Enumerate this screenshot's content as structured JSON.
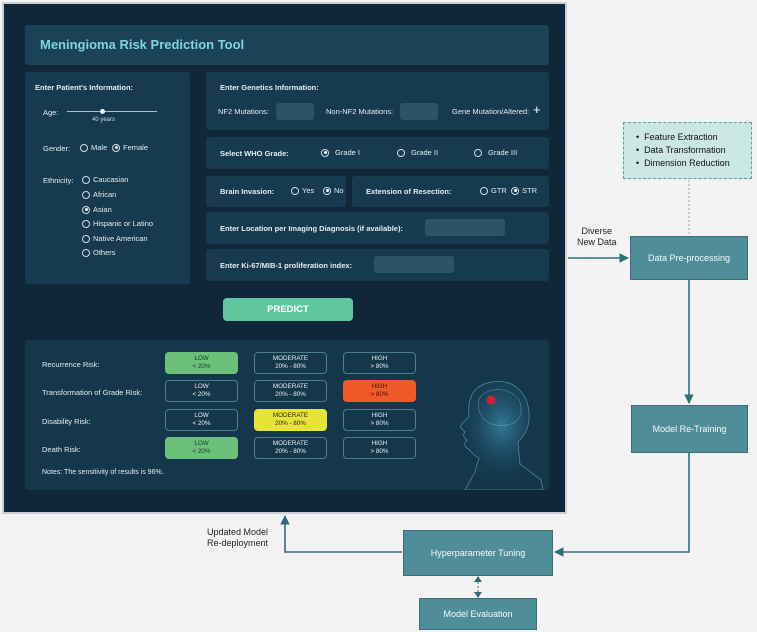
{
  "app": {
    "title": "Meningioma Risk Prediction Tool",
    "patient": {
      "heading": "Enter Patient's Information:",
      "age_label": "Age:",
      "age_value": "40 years",
      "gender_label": "Gender:",
      "gender_options": [
        "Male",
        "Female"
      ],
      "gender_selected": "Female",
      "ethnicity_label": "Ethnicity:",
      "ethnicity_options": [
        "Caucasian",
        "African",
        "Asian",
        "Hispanic or Latino",
        "Native American",
        "Others"
      ],
      "ethnicity_selected": "Asian"
    },
    "genetics": {
      "heading": "Enter Genetics Information:",
      "nf2_label": "NF2 Mutations:",
      "non_nf2_label": "Non-NF2 Mutations:",
      "gene_label": "Gene Mutation/Altered:",
      "plus": "+"
    },
    "who": {
      "label": "Select WHO Grade:",
      "options": [
        "Grade I",
        "Grade II",
        "Grade III"
      ],
      "selected": "Grade I"
    },
    "invasion": {
      "label": "Brain Invasion:",
      "options": [
        "Yes",
        "No"
      ],
      "selected": "No"
    },
    "resection": {
      "label": "Extension of Resection:",
      "options": [
        "GTR",
        "STR"
      ],
      "selected": "STR"
    },
    "location_label": "Enter Location per Imaging Diagnosis (if available):",
    "ki67_label": "Enter Ki-67/MIB-1 proliferation index:",
    "predict_label": "PREDICT",
    "risks": [
      {
        "label": "Recurrence Risk:",
        "level": "low"
      },
      {
        "label": "Transformation of Grade Risk:",
        "level": "high"
      },
      {
        "label": "Disability Risk:",
        "level": "mod"
      },
      {
        "label": "Death Risk:",
        "level": "low"
      }
    ],
    "levels": [
      {
        "key": "low",
        "name": "LOW",
        "range": "< 20%"
      },
      {
        "key": "mod",
        "name": "MODERATE",
        "range": "20% - 80%"
      },
      {
        "key": "high",
        "name": "HIGH",
        "range": "> 80%"
      }
    ],
    "notes": "Notes: The sensitivity of results is 96%.",
    "colors": {
      "low": "#6cc17a",
      "moderate": "#e8e437",
      "high": "#f05a2a",
      "predict": "#5fc6a0"
    }
  },
  "workflow": {
    "features": [
      "Feature Extraction",
      "Data Transformation",
      "Dimension Reduction"
    ],
    "preprocessing": "Data Pre-processing",
    "retraining": "Model Re-Training",
    "tuning": "Hyperparameter Tuning",
    "evaluation": "Model Evaluation",
    "diverse_label": [
      "Diverse",
      "New Data"
    ],
    "redeploy_label": [
      "Updated Model",
      "Re-deployment"
    ],
    "colors": {
      "box": "#4f8d98",
      "features_bg": "#cbe7e4"
    }
  }
}
